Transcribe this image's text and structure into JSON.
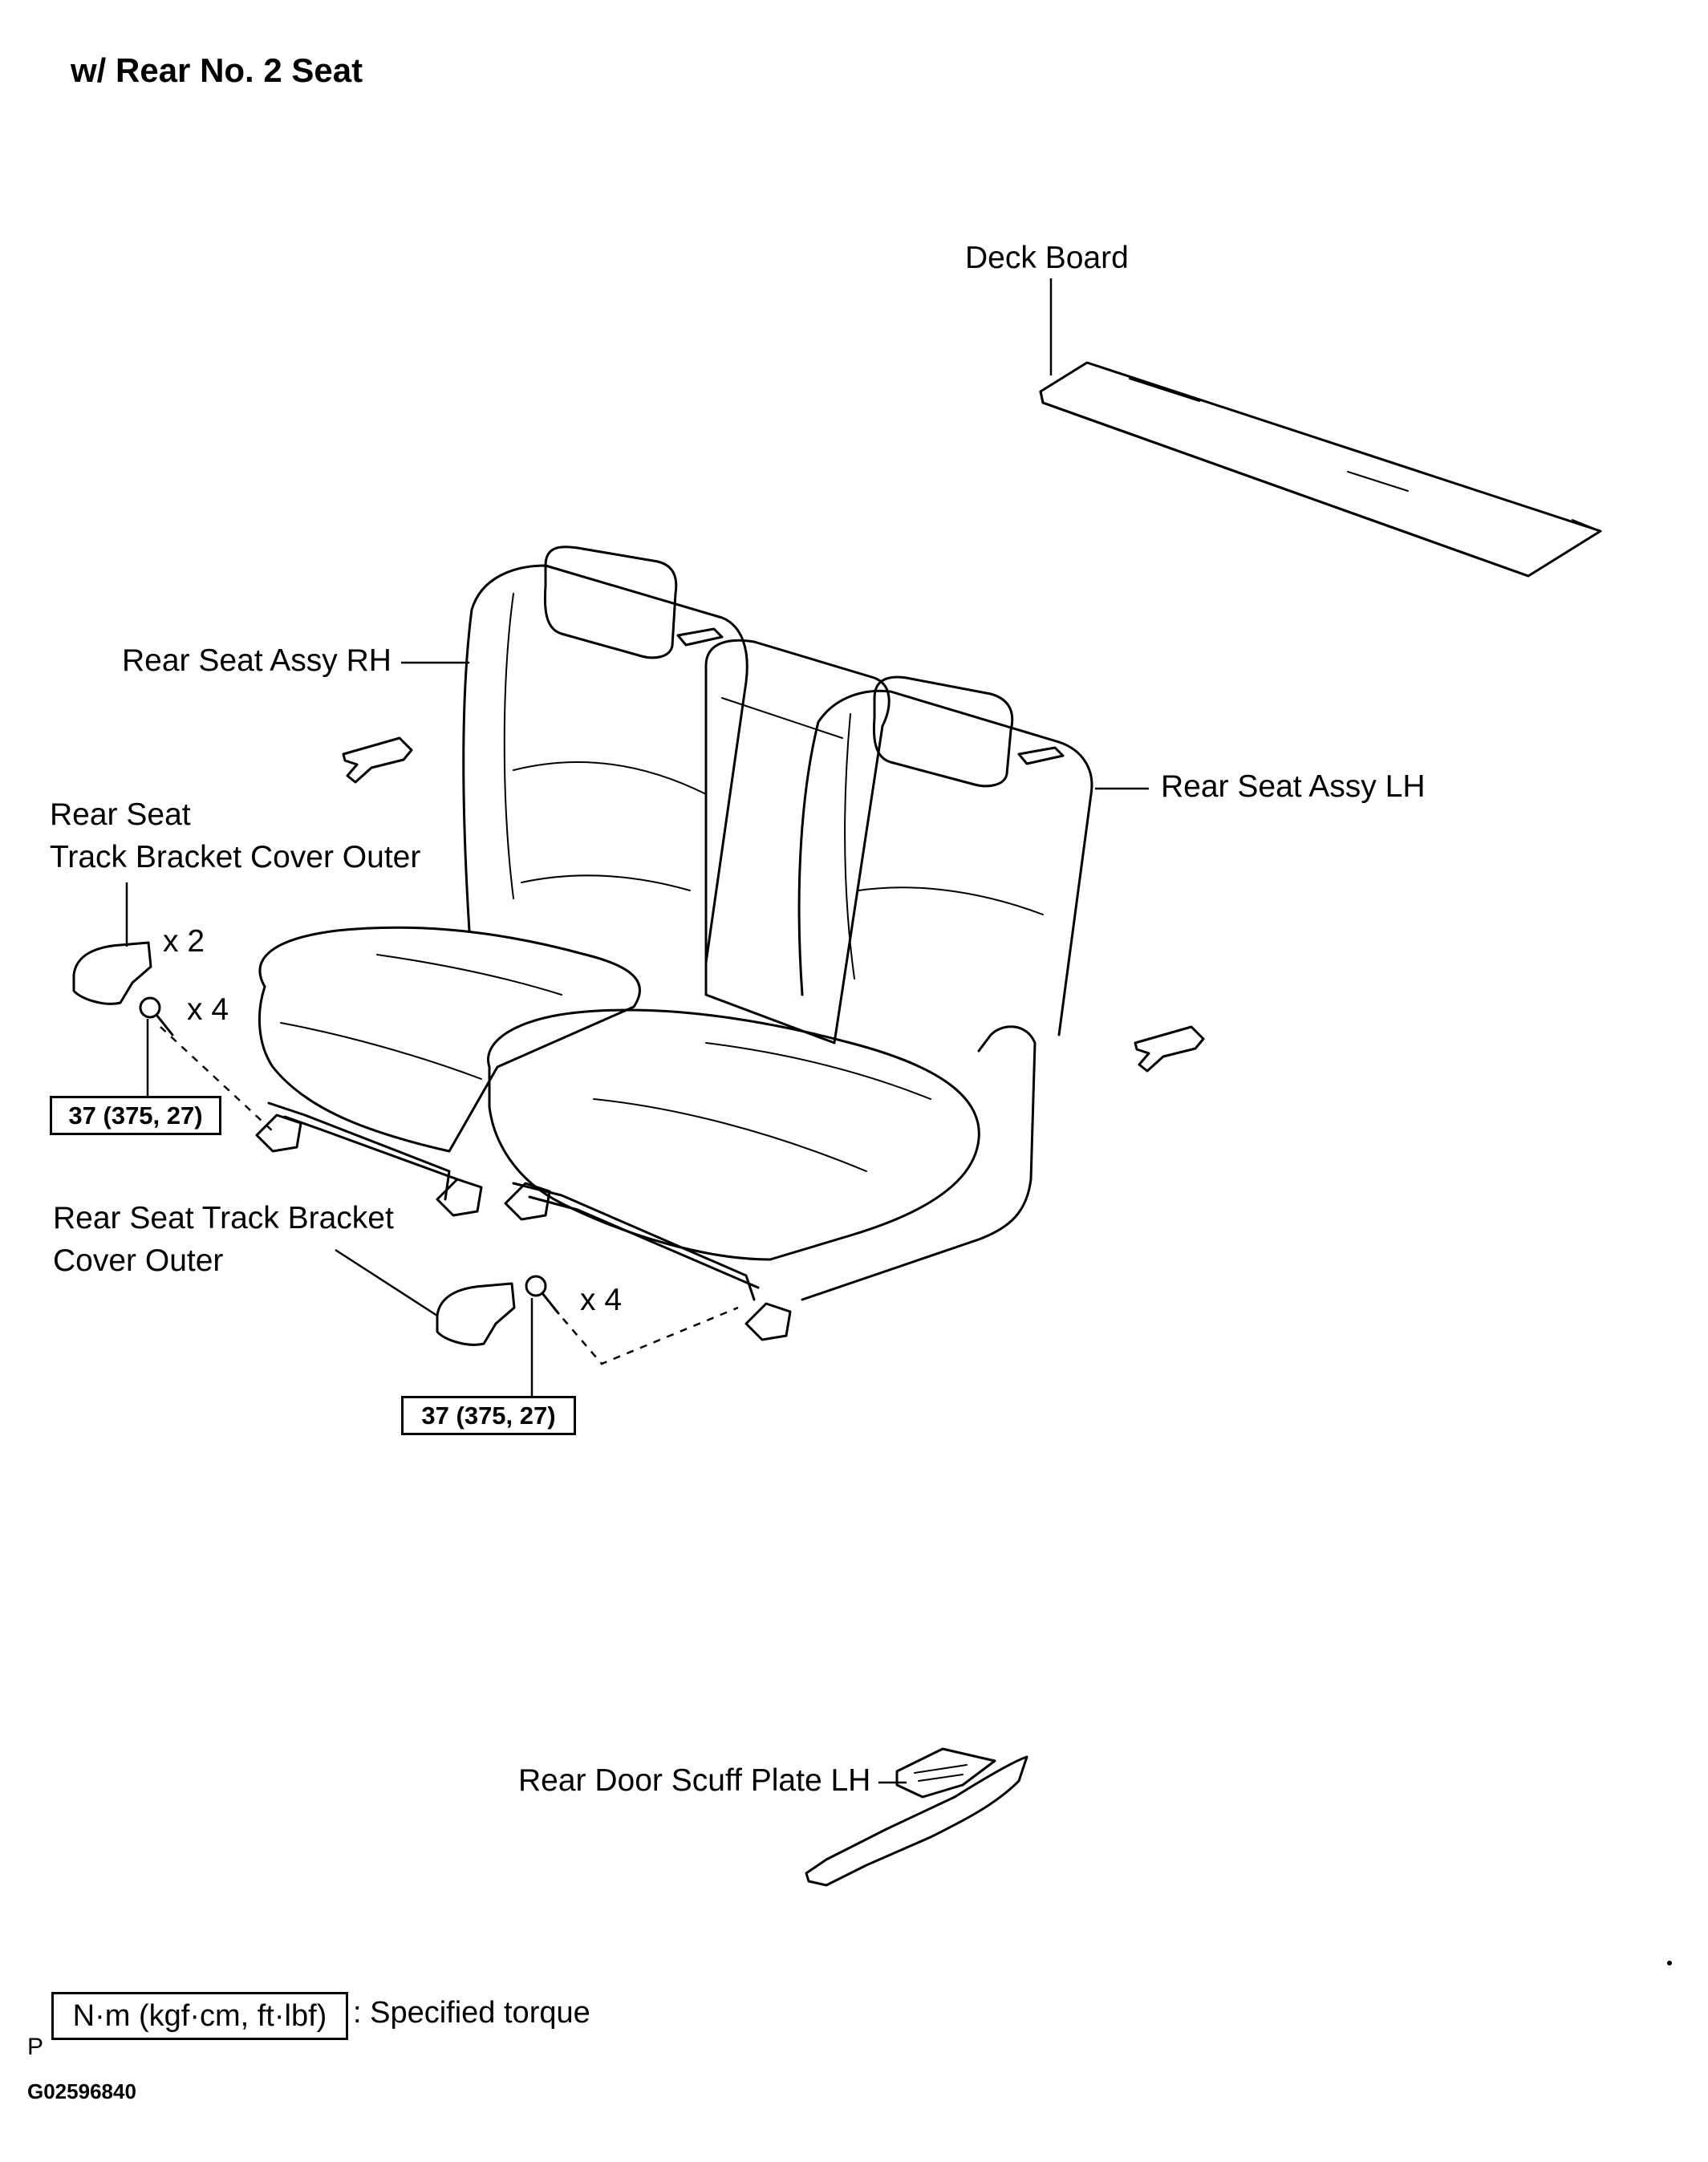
{
  "title": "w/ Rear No. 2 Seat",
  "labels": {
    "deck_board": "Deck Board",
    "rear_seat_rh": "Rear Seat Assy RH",
    "rear_seat_lh": "Rear Seat Assy LH",
    "cover_outer_top_line1": "Rear Seat",
    "cover_outer_top_line2": "Track Bracket Cover Outer",
    "cover_outer_bottom_line1": "Rear Seat Track Bracket",
    "cover_outer_bottom_line2": "Cover Outer",
    "scuff_plate": "Rear Door Scuff Plate LH",
    "qty_x2": "x 2",
    "qty_x4_top": "x 4",
    "qty_x4_bottom": "x 4"
  },
  "torque": {
    "top": "37 (375, 27)",
    "bottom": "37 (375, 27)"
  },
  "legend": {
    "box": "N·m (kgf·cm, ft·lbf)",
    "text": ": Specified torque"
  },
  "footer": {
    "letter": "P",
    "code": "G02596840"
  }
}
